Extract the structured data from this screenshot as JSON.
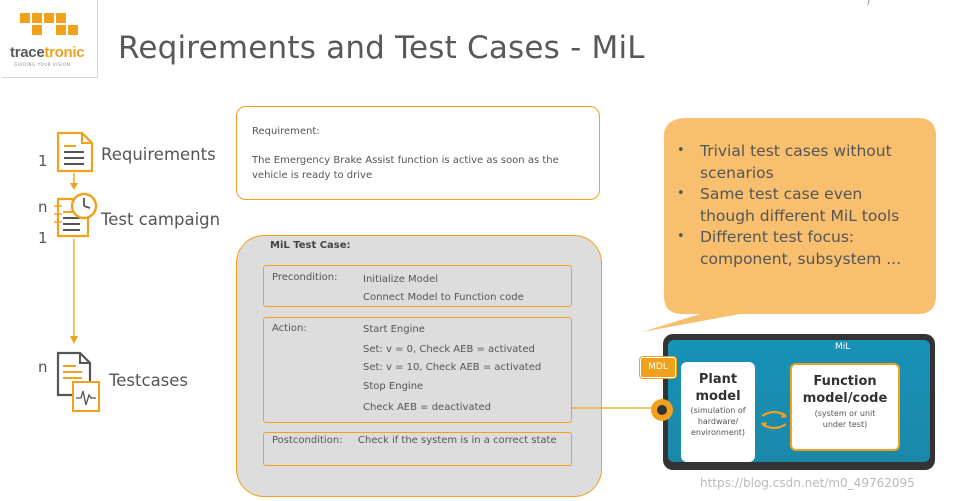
{
  "slide": {
    "title": "Reqirements and Test Cases - MiL",
    "corner_mark": ")"
  },
  "logo": {
    "brand_left": "trace",
    "brand_right": "tronic",
    "tagline": "GUIDING YOUR VISION"
  },
  "flow": {
    "requirements": {
      "label": "Requirements",
      "multiplicity": "1"
    },
    "campaign": {
      "label": "Test campaign",
      "multiplicity_top": "n",
      "multiplicity_bottom": "1"
    },
    "testcases": {
      "label": "Testcases",
      "multiplicity": "n"
    }
  },
  "requirement": {
    "heading": "Requirement:",
    "text": "The Emergency Brake Assist function is active as soon as the vehicle is ready to drive"
  },
  "test_case": {
    "title": "MiL Test Case:",
    "precondition": {
      "label": "Precondition:",
      "steps": [
        "Initialize Model",
        "Connect Model to Function code"
      ]
    },
    "action": {
      "label": "Action:",
      "steps": [
        "Start Engine",
        "Set: v = 0, Check AEB = activated",
        "Set: v = 10, Check AEB = activated",
        "Stop Engine",
        "Check AEB = deactivated"
      ]
    },
    "postcondition": {
      "label": "Postcondition:",
      "text": "Check if the system is in a correct state"
    }
  },
  "bubble": {
    "bullets": [
      [
        "Trivial test cases without",
        "scenarios"
      ],
      [
        "Same test case even",
        "though different MiL tools"
      ],
      [
        "Different test focus:",
        "component, subsystem ..."
      ]
    ]
  },
  "mil": {
    "label": "MiL",
    "mdl_badge": "MDL",
    "plant": {
      "title_1": "Plant",
      "title_2": "model",
      "sub": [
        "(simulation of",
        "hardware/",
        "environment)"
      ]
    },
    "function": {
      "title_1": "Function",
      "title_2": "model/code",
      "sub": [
        "(system or unit",
        "under test)"
      ]
    }
  },
  "watermark": "https://blog.csdn.net/m0_49762095",
  "colors": {
    "accent": "#f0a21c",
    "bubble": "#f7bf6e",
    "mil_blue": "#1792b7",
    "text": "#555555"
  }
}
